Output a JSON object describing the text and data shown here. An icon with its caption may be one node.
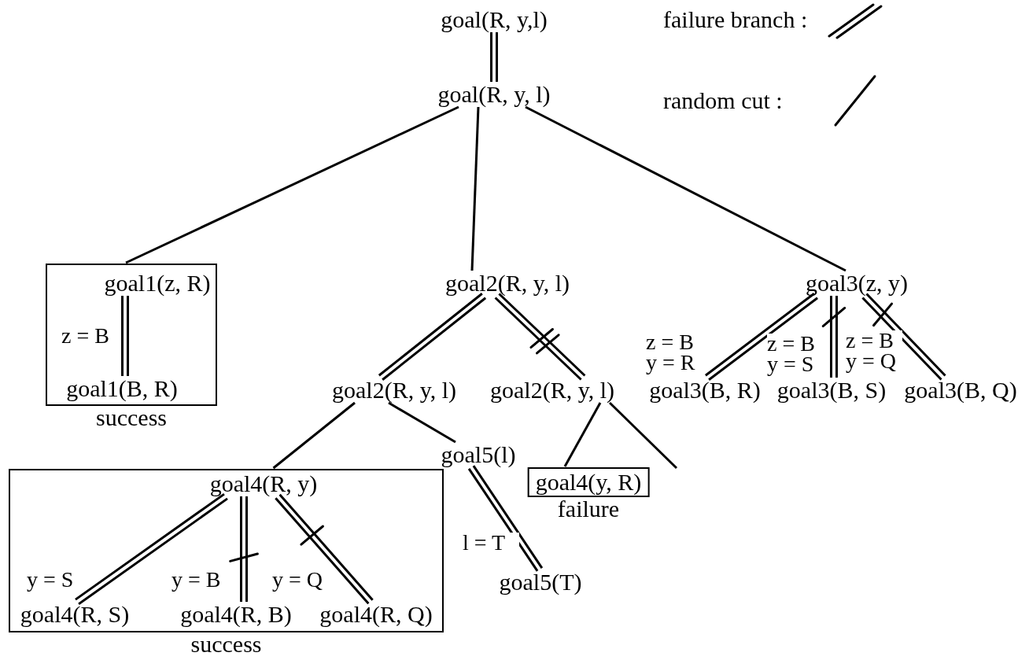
{
  "diagram": {
    "nodes": [
      {
        "text": [
          "goal(R, y,l)"
        ]
      },
      {
        "text": [
          "goal(R, y, l)"
        ]
      },
      {
        "text": [],
        "shape": "box",
        "beside": [
          "success"
        ]
      },
      {
        "text": [
          "goal1(z, R)"
        ],
        "in": 2
      },
      {
        "text": [
          "goal1(B, R)"
        ],
        "in": 2
      },
      {
        "text": [
          "goal2(R, y, l)"
        ]
      },
      {
        "text": [
          "goal3(z, y)"
        ]
      },
      {
        "text": [
          "goal2(R, y, l)"
        ]
      },
      {
        "text": [
          "goal2(R, y, l)"
        ]
      },
      {
        "text": [
          "goal3(B, R)"
        ]
      },
      {
        "text": [
          "goal3(B, S)"
        ]
      },
      {
        "text": [
          "goal3(B, Q)"
        ]
      },
      {
        "text": [],
        "shape": "box",
        "beside": [
          "success"
        ]
      },
      {
        "text": [
          "goal4(R, y)"
        ],
        "in": 12
      },
      {
        "text": [
          "goal4(R, S)"
        ],
        "in": 12
      },
      {
        "text": [
          "goal4(R, B)"
        ],
        "in": 12
      },
      {
        "text": [
          "goal4(R, Q)"
        ],
        "in": 12
      },
      {
        "text": [
          "goal5(l)"
        ]
      },
      {
        "text": [
          "goal5(T)"
        ]
      },
      {
        "text": [
          "goal4(y, R)"
        ],
        "beside": [
          "failure"
        ]
      }
    ],
    "edges": [
      {
        "from": 0,
        "to": 1,
        "arrow": "none"
      },
      {
        "from": 1,
        "to": 2,
        "arrow": "none"
      },
      {
        "from": 1,
        "to": 5,
        "arrow": "none"
      },
      {
        "from": 1,
        "to": 6,
        "arrow": "none"
      },
      {
        "from": 3,
        "to": 4,
        "arrow": "none",
        "label": "z = B"
      },
      {
        "from": 5,
        "to": 7,
        "arrow": "none"
      },
      {
        "from": 5,
        "to": 8,
        "arrow": "none"
      },
      {
        "from": 6,
        "to": 9,
        "arrow": "none",
        "label": "z = B y = R"
      },
      {
        "from": 6,
        "to": 10,
        "arrow": "none",
        "label": "z = B y = S"
      },
      {
        "from": 6,
        "to": 11,
        "arrow": "none",
        "label": "z = B y = Q"
      },
      {
        "from": 7,
        "to": 12,
        "arrow": "none"
      },
      {
        "from": 7,
        "to": 17,
        "arrow": "none"
      },
      {
        "from": 13,
        "to": 14,
        "arrow": "none",
        "label": "y = S"
      },
      {
        "from": 13,
        "to": 15,
        "arrow": "none",
        "label": "y = B"
      },
      {
        "from": 13,
        "to": 16,
        "arrow": "none",
        "label": "y = Q"
      },
      {
        "from": 17,
        "to": 18,
        "arrow": "none",
        "label": "l = T"
      },
      {
        "from": 8,
        "to": 19,
        "arrow": "none"
      },
      {
        "from": 8,
        "to": null,
        "arrow": "none"
      }
    ],
    "legend": [
      {
        "text": "failure branch :"
      },
      {
        "text": "random cut :"
      }
    ]
  }
}
